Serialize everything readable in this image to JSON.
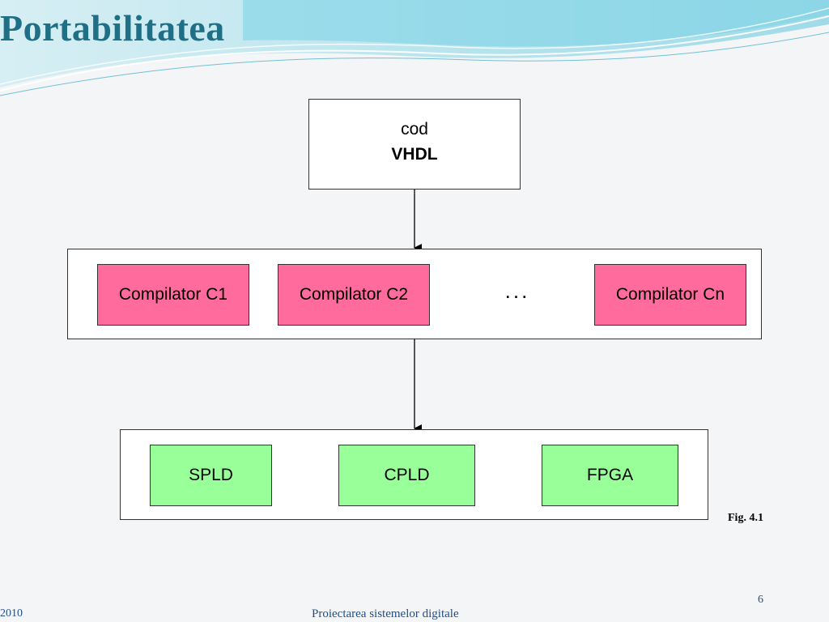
{
  "slide": {
    "title": "Portabilitatea"
  },
  "diagram": {
    "source": {
      "line1": "cod",
      "line2": "VHDL"
    },
    "compilers": [
      "Compilator C1",
      "Compilator C2",
      "Compilator Cn"
    ],
    "ellipsis": "...",
    "targets": [
      "SPLD",
      "CPLD",
      "FPGA"
    ],
    "figure_label": "Fig. 4.1",
    "colors": {
      "compiler_fill": "#ff6b9c",
      "target_fill": "#99ff99",
      "title": "#1f6f86"
    }
  },
  "footer": {
    "year": "2010",
    "course": "Proiectarea sistemelor digitale",
    "page": "6"
  }
}
